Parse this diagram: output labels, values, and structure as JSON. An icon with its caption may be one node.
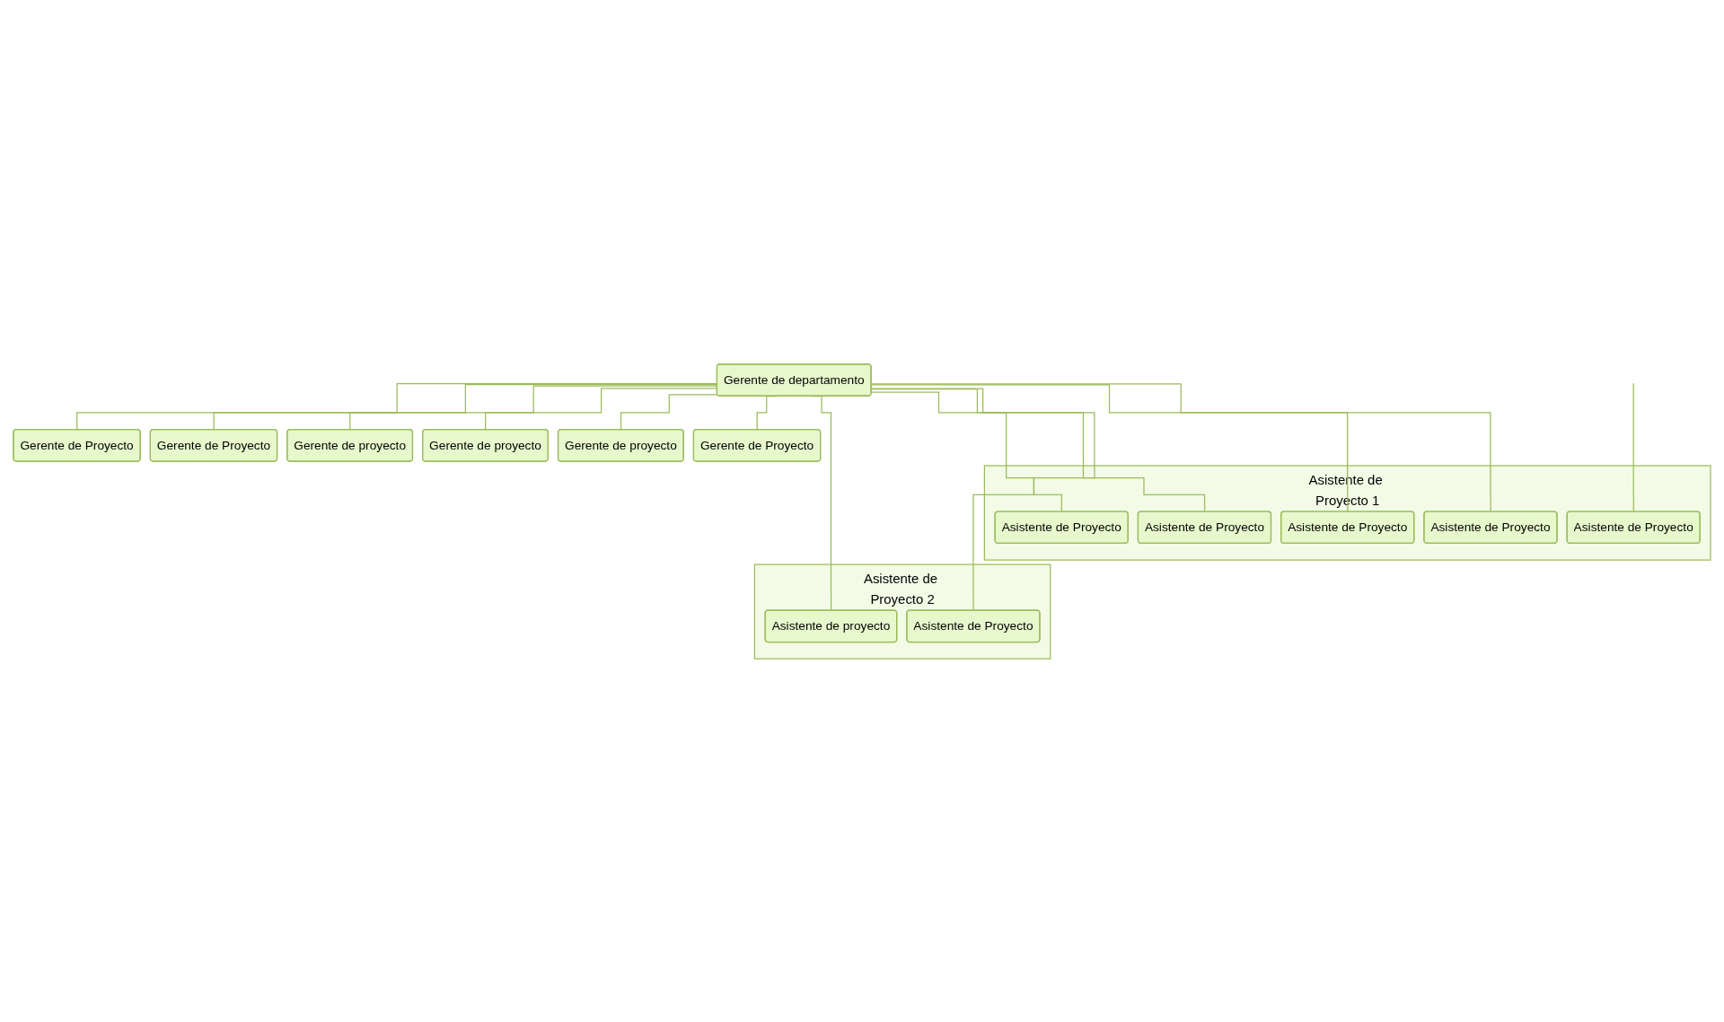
{
  "diagram": {
    "nodes": [
      {
        "text": [
          "Gerente de departamento"
        ]
      },
      {
        "text": [
          "Gerente de Proyecto"
        ]
      },
      {
        "text": [
          "Gerente de Proyecto"
        ]
      },
      {
        "text": [
          "Gerente de proyecto"
        ]
      },
      {
        "text": [
          "Gerente de proyecto"
        ]
      },
      {
        "text": [
          "Gerente de proyecto"
        ]
      },
      {
        "text": [
          "Gerente de Proyecto"
        ]
      },
      {
        "text": [
          "Asistente de Proyecto 1"
        ]
      },
      {
        "text": [
          "Asistente de Proyecto"
        ],
        "in": 7
      },
      {
        "text": [
          "Asistente de Proyecto"
        ],
        "in": 7
      },
      {
        "text": [
          "Asistente de Proyecto"
        ],
        "in": 7
      },
      {
        "text": [
          "Asistente de Proyecto"
        ],
        "in": 7
      },
      {
        "text": [
          "Asistente de Proyecto"
        ],
        "in": 7
      },
      {
        "text": [
          "Asistente de Proyecto 2"
        ]
      },
      {
        "text": [
          "Asistente de proyecto"
        ],
        "in": 13
      },
      {
        "text": [
          "Asistente de Proyecto"
        ],
        "in": 13
      }
    ],
    "edges": [
      {
        "from": 0,
        "to": 1,
        "arrow": "none"
      },
      {
        "from": 0,
        "to": 2,
        "arrow": "none"
      },
      {
        "from": 0,
        "to": 3,
        "arrow": "none"
      },
      {
        "from": 0,
        "to": 4,
        "arrow": "none"
      },
      {
        "from": 0,
        "to": 5,
        "arrow": "none"
      },
      {
        "from": 0,
        "to": 6,
        "arrow": "none"
      },
      {
        "from": 0,
        "to": 14,
        "arrow": "none"
      },
      {
        "from": 0,
        "to": 8,
        "arrow": "none"
      },
      {
        "from": 0,
        "to": 9,
        "arrow": "none"
      },
      {
        "from": 0,
        "to": 15,
        "arrow": "none"
      },
      {
        "from": null,
        "to": 10,
        "arrow": "none"
      },
      {
        "from": 0,
        "to": 11,
        "arrow": "none"
      },
      {
        "from": 0,
        "to": 12,
        "arrow": "none"
      }
    ]
  }
}
